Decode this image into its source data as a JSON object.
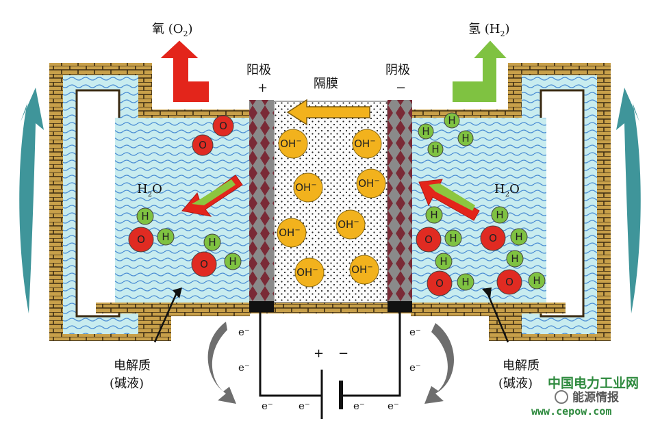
{
  "labels": {
    "oxygen": "氧 (O",
    "oxygen_sub": "2",
    "oxygen_close": ")",
    "hydrogen": "氢 (H",
    "hydrogen_sub": "2",
    "hydrogen_close": ")",
    "anode": "阳极",
    "anode_sign": "+",
    "cathode": "阴极",
    "cathode_sign": "−",
    "membrane": "隔膜",
    "water_left": "H",
    "water_left_sub": "2",
    "water_left_o": "O",
    "water_right": "H",
    "water_right_sub": "2",
    "water_right_o": "O",
    "electrolyte_left_line1": "电解质",
    "electrolyte_left_line2": "(碱液)",
    "electrolyte_right_line1": "电解质",
    "electrolyte_right_line2": "(碱液)",
    "battery_plus": "+",
    "battery_minus": "−",
    "electron": "e⁻",
    "oh": "OH",
    "oh_sup": "−",
    "atom_o": "O",
    "atom_h": "H"
  },
  "watermark": {
    "line1": "中国电力工业网",
    "line2": "能源情报",
    "line3": "www.cepow.com"
  },
  "colors": {
    "brick": "#c8a04a",
    "mortar": "#3a2a12",
    "water": "#bfe8ec",
    "wave": "#5a9fd6",
    "oxygen_atom": "#e02b22",
    "hydrogen_atom": "#7fc241",
    "oh_ion": "#f2b21d",
    "electrode": "#7a5560",
    "arrow_red": "#e3251b",
    "arrow_green": "#7fc241",
    "arrow_yellow": "#f2b21d",
    "side_arrow": "#2a8a8f"
  }
}
